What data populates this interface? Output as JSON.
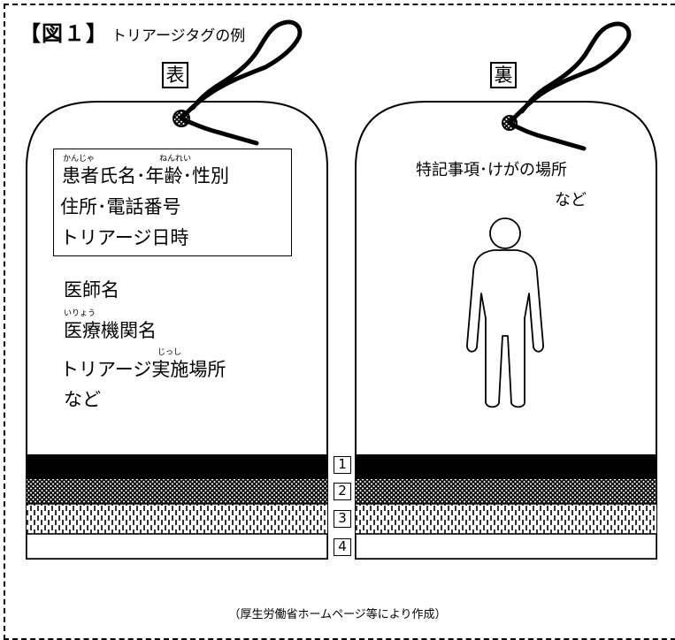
{
  "title": {
    "main": "【図１】",
    "sub": "トリアージタグの例"
  },
  "front": {
    "label": "表",
    "box_lines": [
      "患者氏名･年齢･性別",
      "住所･電話番号",
      "トリアージ日時"
    ],
    "ruby": {
      "kanja": "かんじゃ",
      "nenrei": "ねんれい",
      "iryou": "いりょう",
      "jisshi": "じっし"
    },
    "lines": [
      "医師名",
      "医療機関名",
      "トリアージ実施場所",
      "など"
    ]
  },
  "back": {
    "label": "裏",
    "lines": [
      "特記事項･けがの場所",
      "など"
    ],
    "figure_icon": "human-figure-icon"
  },
  "bands": [
    {
      "number": "1",
      "pattern": "solid-black"
    },
    {
      "number": "2",
      "pattern": "crosshatch"
    },
    {
      "number": "3",
      "pattern": "vertical-dashes"
    },
    {
      "number": "4",
      "pattern": "blank"
    }
  ],
  "source": "（厚生労働省ホームページ等により作成）"
}
